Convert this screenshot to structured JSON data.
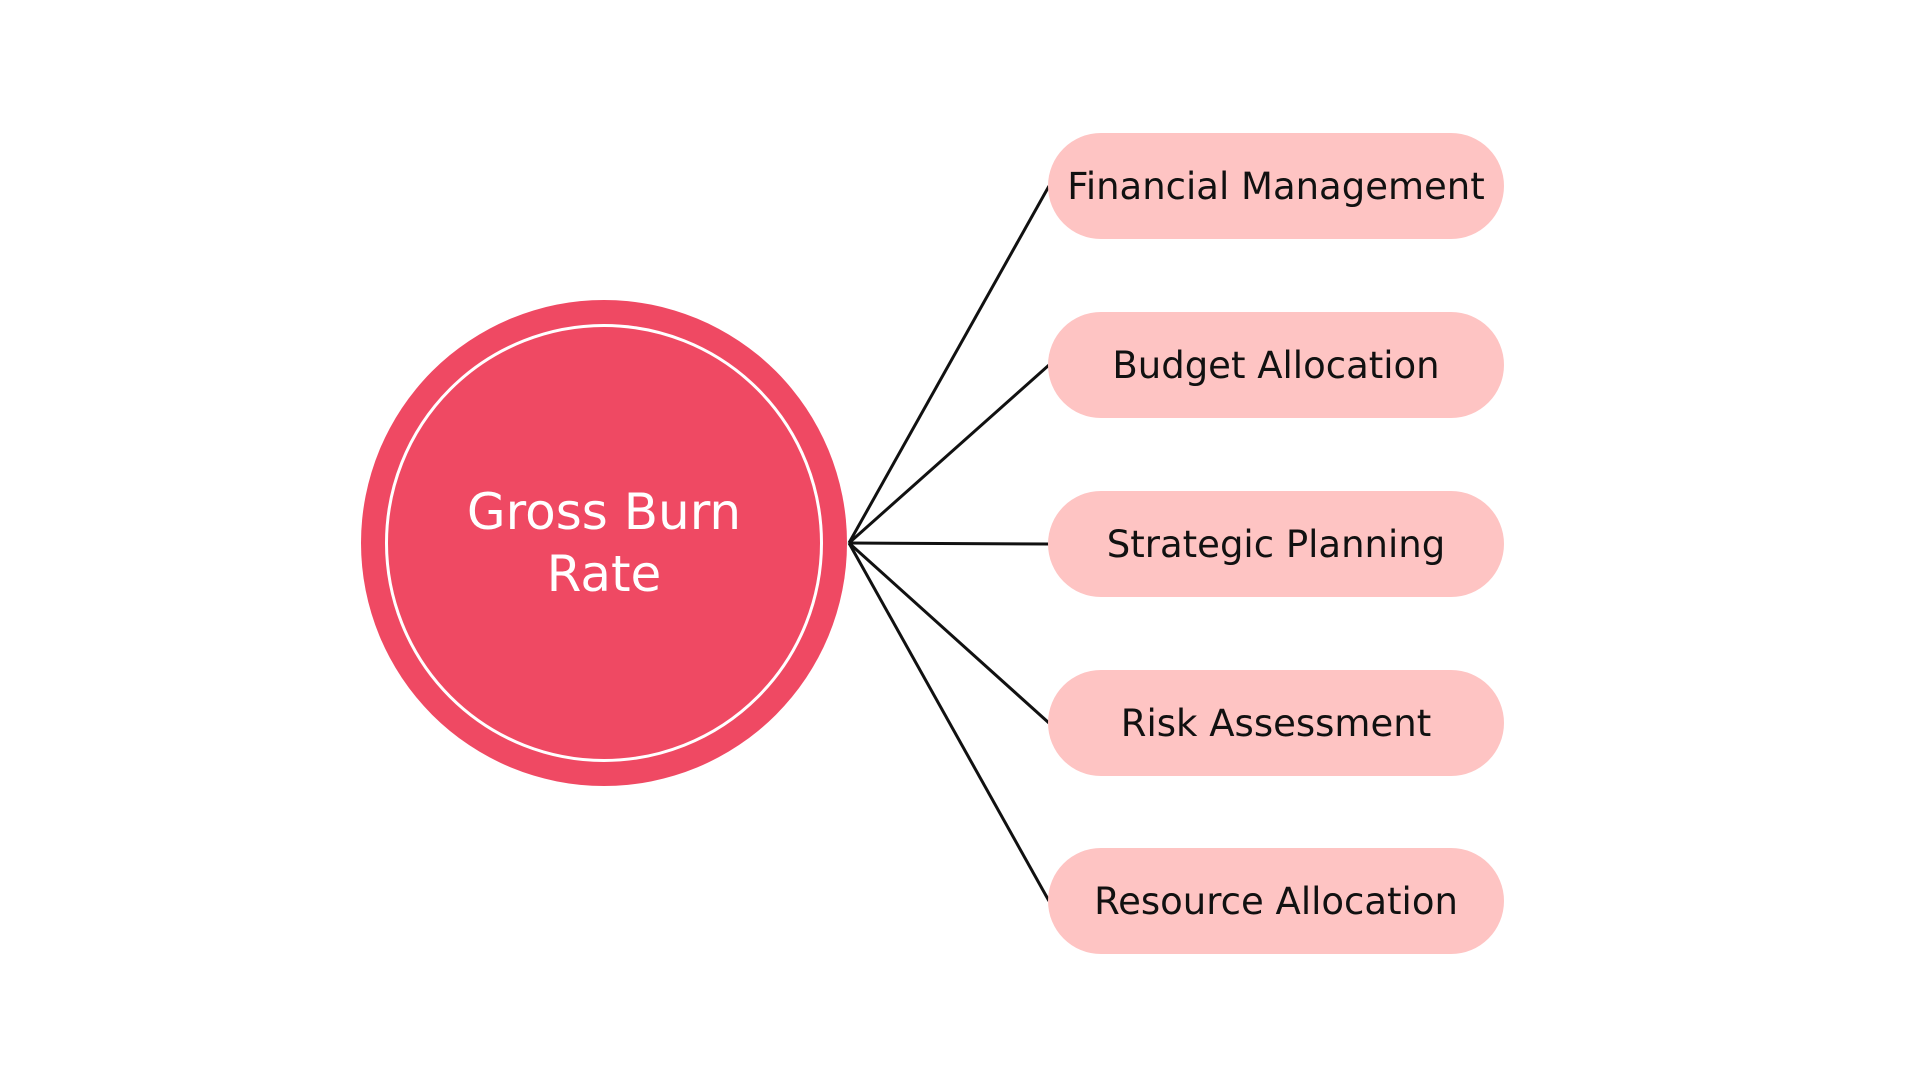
{
  "diagram": {
    "center": {
      "label": "Gross Burn Rate"
    },
    "branches": [
      {
        "label": "Financial Management"
      },
      {
        "label": "Budget Allocation"
      },
      {
        "label": "Strategic Planning"
      },
      {
        "label": "Risk Assessment"
      },
      {
        "label": "Resource Allocation"
      }
    ]
  },
  "colors": {
    "center_fill": "#ef4963",
    "center_ring": "#ffffff",
    "branch_fill": "#fec4c3",
    "branch_text": "#111111",
    "connector": "#111111",
    "background": "#ffffff"
  }
}
